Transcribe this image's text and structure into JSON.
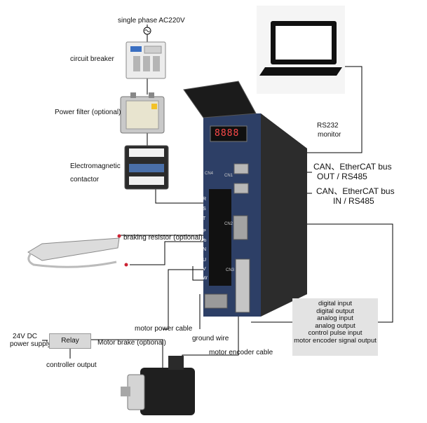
{
  "labels": {
    "power_source": "single phase AC220V",
    "circuit_breaker": "circuit breaker",
    "power_filter": "Power filter (optional)",
    "contactor_line1": "Electromagnetic",
    "contactor_line2": "contactor",
    "braking_resistor": "braking resistor (optional)",
    "rs232_line1": "RS232",
    "rs232_line2": "monitor",
    "can_out_line1": "CAN、EtherCAT bus",
    "can_out_line2": "OUT / RS485",
    "can_in_line1": "CAN、EtherCAT bus",
    "can_in_line2": "IN / RS485",
    "motor_power_cable": "motor power cable",
    "ground_wire": "ground wire",
    "motor_brake": "Motor brake (optional)",
    "motor_encoder_cable": "motor encoder cable",
    "dc_supply_line1": "24V DC",
    "dc_supply_line2": "power supply",
    "relay": "Relay",
    "controller_output": "controller output"
  },
  "io_signals": [
    "digital input",
    "digital output",
    "analog input",
    "analog output",
    "control pulse input",
    "motor encoder signal output"
  ],
  "drive": {
    "display": "8888",
    "terminals": [
      "R",
      "S",
      "T",
      "P",
      "Pb",
      "N",
      "U",
      "V",
      "W"
    ],
    "port_cn1": "CN1",
    "port_cn2": "CN2",
    "port_cn3": "CN3",
    "port_cn4": "CN4"
  },
  "colors": {
    "drive_body": "#2d3f66",
    "drive_side": "#3a3a3a",
    "panel_bg": "#e3e3e3",
    "wire": "#000000"
  }
}
